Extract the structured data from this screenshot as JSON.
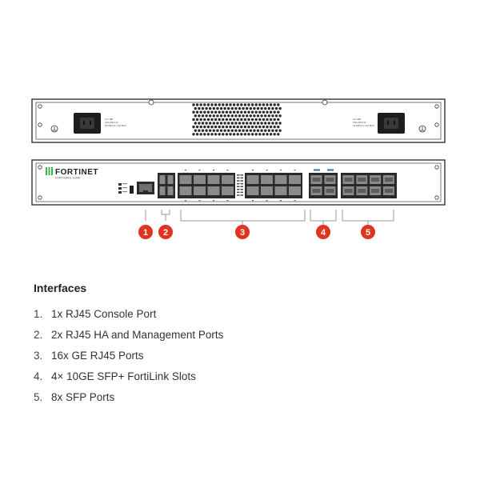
{
  "device": {
    "brand": "FORTINET",
    "model": "FORTIGATE 1100E",
    "rear_power_label": [
      "AC LINE",
      "100-240V AC",
      "50-60Hz 4-1.5A MAX"
    ]
  },
  "callouts": [
    {
      "number": "1",
      "color": "#e0341e"
    },
    {
      "number": "2",
      "color": "#e0341e"
    },
    {
      "number": "3",
      "color": "#e0341e"
    },
    {
      "number": "4",
      "color": "#e0341e"
    },
    {
      "number": "5",
      "color": "#e0341e"
    }
  ],
  "interfaces": {
    "title": "Interfaces",
    "items": [
      {
        "number": "1.",
        "text": "1x RJ45 Console Port"
      },
      {
        "number": "2.",
        "text": "2x RJ45 HA and Management Ports"
      },
      {
        "number": "3.",
        "text": "16x GE RJ45 Ports"
      },
      {
        "number": "4.",
        "text": "4× 10GE SFP+ FortiLink Slots"
      },
      {
        "number": "5.",
        "text": "8x SFP Ports"
      }
    ]
  }
}
